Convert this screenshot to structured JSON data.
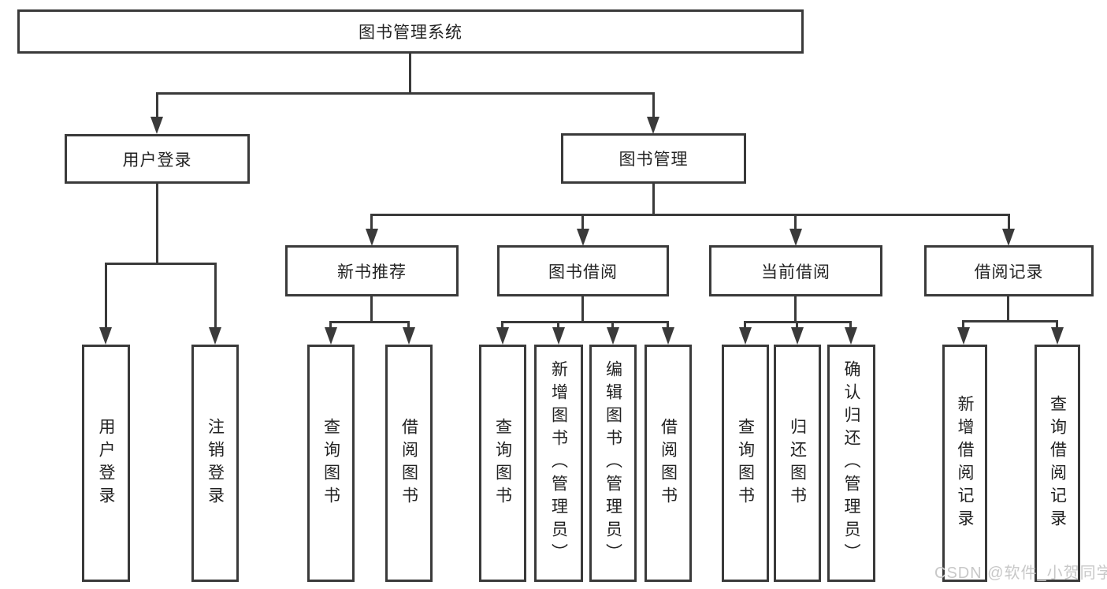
{
  "diagram": {
    "root": {
      "label": "图书管理系统"
    },
    "branches": [
      {
        "label": "用户登录",
        "leaves": [
          {
            "label": "用户登录"
          },
          {
            "label": "注销登录"
          }
        ]
      },
      {
        "label": "图书管理",
        "groups": [
          {
            "label": "新书推荐",
            "leaves": [
              {
                "label": "查询图书"
              },
              {
                "label": "借阅图书"
              }
            ]
          },
          {
            "label": "图书借阅",
            "leaves": [
              {
                "label": "查询图书"
              },
              {
                "label": "新增图书（管理员）"
              },
              {
                "label": "编辑图书（管理员）"
              },
              {
                "label": "借阅图书"
              }
            ]
          },
          {
            "label": "当前借阅",
            "leaves": [
              {
                "label": "查询图书"
              },
              {
                "label": "归还图书"
              },
              {
                "label": "确认归还（管理员）"
              }
            ]
          },
          {
            "label": "借阅记录",
            "leaves": [
              {
                "label": "新增借阅记录"
              },
              {
                "label": "查询借阅记录"
              }
            ]
          }
        ]
      }
    ]
  },
  "watermark": {
    "text": "CSDN @软件_小贺同学"
  },
  "colors": {
    "line": "#3a3a3a",
    "text": "#222222",
    "watermark": "#c8c8c8",
    "background": "#ffffff"
  }
}
